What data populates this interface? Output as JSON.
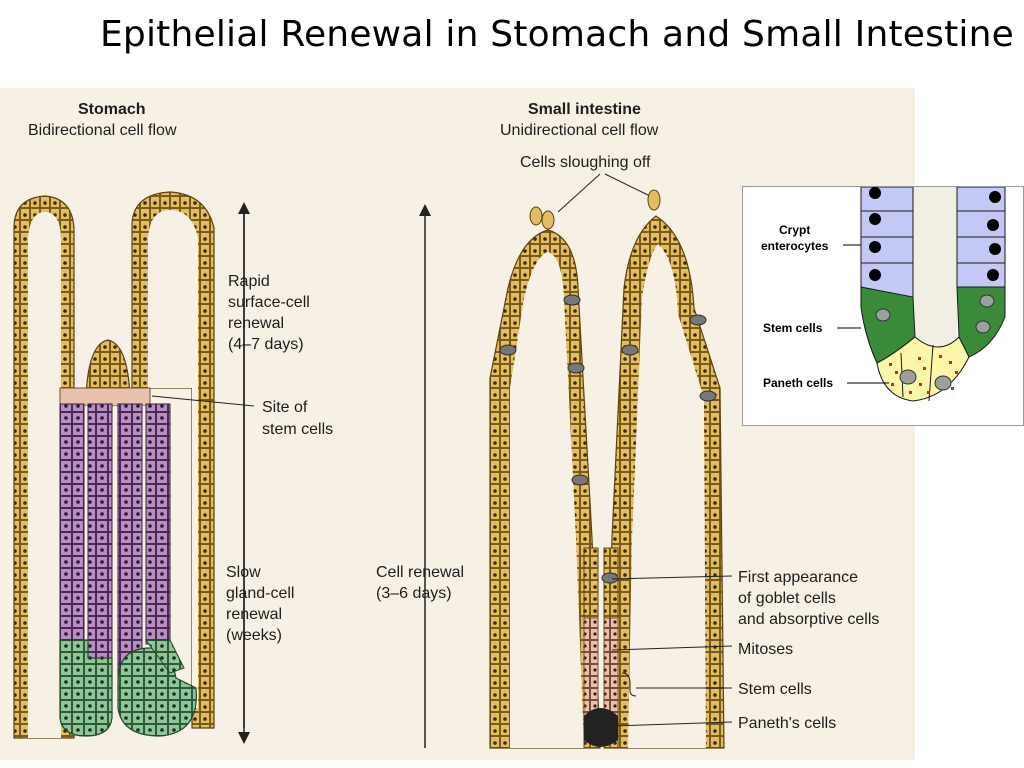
{
  "title": "Epithelial Renewal in Stomach and Small Intestine",
  "stomach": {
    "heading": "Stomach",
    "subheading": "Bidirectional cell flow",
    "rapid_renewal": [
      "Rapid",
      "surface-cell",
      "renewal",
      "(4–7 days)"
    ],
    "stem_site": [
      "Site of",
      "stem cells"
    ],
    "slow_renewal": [
      "Slow",
      "gland-cell",
      "renewal",
      "(weeks)"
    ]
  },
  "intestine": {
    "heading": "Small intestine",
    "subheading": "Unidirectional cell flow",
    "sloughing": "Cells sloughing off",
    "renewal": [
      "Cell renewal",
      "(3–6 days)"
    ],
    "goblet": [
      "First appearance",
      "of goblet cells",
      "and absorptive cells"
    ],
    "mitoses": "Mitoses",
    "stem_cells": "Stem cells",
    "paneth": "Paneth's cells"
  },
  "inset": {
    "crypt": [
      "Crypt",
      "enterocytes"
    ],
    "stem": "Stem cells",
    "paneth": "Paneth cells"
  },
  "colors": {
    "surface_epithelium": "#e3bd62",
    "gland_cells": "#b88dc2",
    "base_cells": "#8fc59b",
    "stroma": "#f6f1e4",
    "inset_enterocytes": "#c4c8f4",
    "inset_stem": "#3a8a3a",
    "inset_paneth": "#fbf6a8"
  }
}
